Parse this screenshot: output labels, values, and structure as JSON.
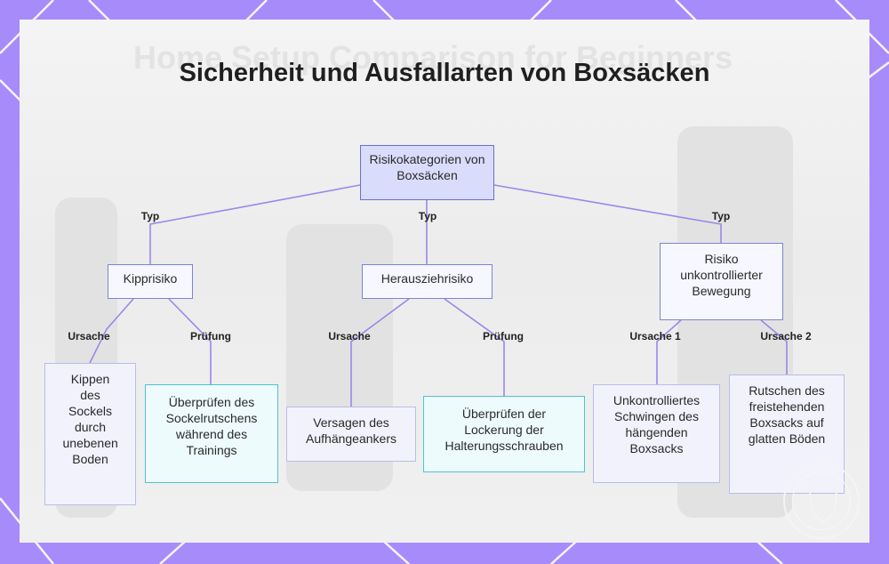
{
  "title": "Sicherheit und Ausfallarten von Boxsäcken",
  "background_watermark": "Home Setup Comparison for Beginners",
  "colors": {
    "frame": "#a78bfa",
    "edge": "#9b87e8",
    "root_fill": "#dadcfb",
    "check_border": "#4cc4cf"
  },
  "nodes": {
    "root": "Risikokategorien von Boxsäcken",
    "tip": "Kipprisiko",
    "pull": "Herausziehrisiko",
    "swing": "Risiko unkontrollierter Bewegung",
    "tip_cause": "Kippen des Sockels durch unebenen Boden",
    "tip_check": "Überprüfen des Sockelrutschens während des Trainings",
    "pull_cause": "Versagen des Aufhängeankers",
    "pull_check": "Überprüfen der Lockerung der Halterungsschrauben",
    "swing_cause1": "Unkontrolliertes Schwingen des hängenden Boxsacks",
    "swing_cause2": "Rutschen des freistehenden Boxsacks auf glatten Böden"
  },
  "edge_labels": {
    "type_tip": "Typ",
    "type_pull": "Typ",
    "type_swing": "Typ",
    "tip_cause": "Ursache",
    "tip_check": "Prüfung",
    "pull_cause": "Ursache",
    "pull_check": "Prüfung",
    "swing_cause1": "Ursache 1",
    "swing_cause2": "Ursache 2"
  }
}
